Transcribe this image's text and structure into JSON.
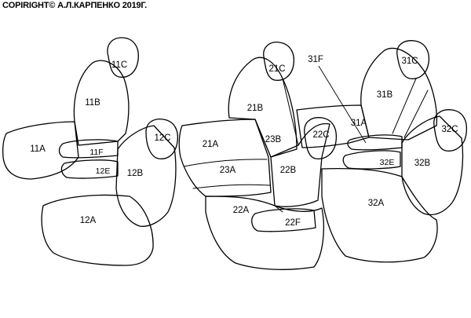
{
  "copyright": "COPIRIGHT© А.Л.КАРПЕНКО 2019Г.",
  "labels": {
    "l11C": "11C",
    "l11B": "11B",
    "l11A": "11A",
    "l11F": "11F",
    "l12E": "12E",
    "l12C": "12C",
    "l12B": "12B",
    "l12A": "12A",
    "l21C": "21C",
    "l21B": "21B",
    "l21A": "21A",
    "l23A": "23A",
    "l23B": "23B",
    "l22C": "22C",
    "l22B": "22B",
    "l22A": "22A",
    "l22F": "22F",
    "l31F": "31F",
    "l31C": "31C",
    "l31B": "31B",
    "l31A": "31A",
    "l32C": "32C",
    "l32E": "32E",
    "l32B": "32B",
    "l32A": "32A"
  }
}
